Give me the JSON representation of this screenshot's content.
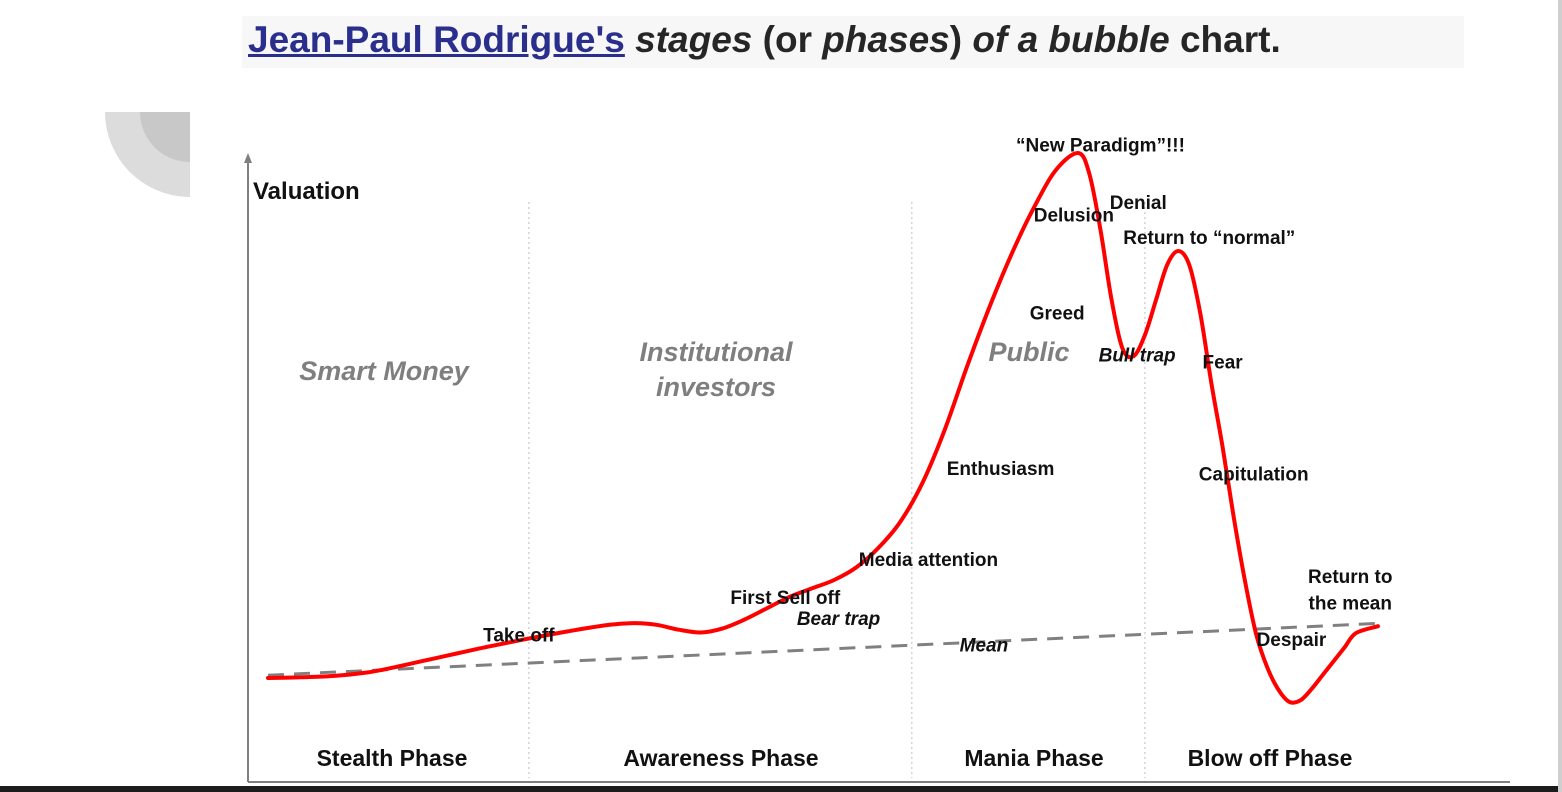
{
  "title": {
    "link_text": "Jean-Paul Rodrigue's",
    "part1": "stages",
    "part2": "(or",
    "part3": "phases",
    "part4": ")",
    "part5": "of a bubble",
    "part6": "chart."
  },
  "colors": {
    "valuation_line": "#ff0000",
    "mean_line": "#808080",
    "title_link": "#2a2e8c",
    "group_labels": "#7f7f7f"
  },
  "chart_data": {
    "type": "line",
    "ylabel": "Valuation",
    "series": [
      {
        "name": "",
        "style": "solid red",
        "x": [
          0,
          3,
          6,
          9,
          11,
          13,
          15,
          17,
          19,
          21,
          23,
          25,
          27,
          29,
          31,
          33,
          35,
          37,
          39,
          41,
          43,
          45,
          47,
          49,
          51,
          53,
          55,
          57,
          59,
          61,
          63,
          65,
          67,
          69,
          71,
          73,
          74,
          75,
          76,
          77,
          78,
          79,
          80,
          81,
          82,
          83,
          84,
          85,
          86,
          87,
          88,
          89,
          90,
          91,
          92,
          93,
          94,
          95,
          96,
          97,
          98,
          100
        ],
        "y": [
          1.0,
          1.05,
          1.15,
          1.4,
          1.7,
          2.05,
          2.4,
          2.75,
          3.1,
          3.42,
          3.74,
          4.04,
          4.33,
          4.6,
          4.82,
          4.92,
          4.8,
          4.45,
          4.25,
          4.55,
          5.2,
          6.0,
          6.8,
          7.4,
          8.0,
          8.9,
          10.3,
          12.2,
          15.0,
          18.8,
          23.3,
          27.5,
          31.3,
          34.6,
          37.3,
          38.5,
          37.0,
          33.0,
          28.0,
          24.5,
          24.0,
          25.5,
          28.0,
          30.5,
          31.5,
          30.5,
          27.0,
          22.0,
          17.5,
          12.5,
          8.0,
          4.2,
          1.8,
          0.2,
          -0.7,
          -0.6,
          0.2,
          1.2,
          2.2,
          3.2,
          4.2,
          4.7
        ]
      },
      {
        "name": "",
        "style": "dashed grey",
        "x": [
          0,
          100
        ],
        "y": [
          1.2,
          4.9
        ]
      }
    ],
    "phases": [
      "Stealth Phase",
      "Awareness Phase",
      "Mania Phase",
      "Blow off Phase"
    ],
    "phase_bounds": [
      0,
      23.5,
      58,
      79,
      100
    ],
    "groups": [
      "Smart Money",
      "Institutional investors",
      "Public"
    ],
    "annotations": [
      {
        "text": "Take off",
        "x": 22.6,
        "y": 3.6
      },
      {
        "text": "First Sell off",
        "x": 46.6,
        "y": 6.3
      },
      {
        "text": "Bear trap",
        "x": 51.4,
        "y": 4.8,
        "italic": true
      },
      {
        "text": "Media attention",
        "x": 59.5,
        "y": 9.0
      },
      {
        "text": "Mean",
        "x": 64.5,
        "y": 2.9,
        "italic": true
      },
      {
        "text": "Enthusiasm",
        "x": 66.0,
        "y": 15.5
      },
      {
        "text": "Greed",
        "x": 71.1,
        "y": 26.6
      },
      {
        "text": "Delusion",
        "x": 72.6,
        "y": 33.6
      },
      {
        "text": "“New Paradigm”!!!",
        "x": 75.0,
        "y": 38.6
      },
      {
        "text": "Denial",
        "x": 78.4,
        "y": 34.5
      },
      {
        "text": "Bull trap",
        "x": 78.3,
        "y": 23.6,
        "italic": true
      },
      {
        "text": "Return to “normal”",
        "x": 84.8,
        "y": 32.0
      },
      {
        "text": "Fear",
        "x": 86.0,
        "y": 23.1
      },
      {
        "text": "Capitulation",
        "x": 88.8,
        "y": 15.1
      },
      {
        "text": "Return to",
        "x": 97.5,
        "y": 7.8
      },
      {
        "text": "the mean",
        "x": 97.5,
        "y": 5.9
      },
      {
        "text": "Despair",
        "x": 92.2,
        "y": 3.3
      }
    ]
  }
}
